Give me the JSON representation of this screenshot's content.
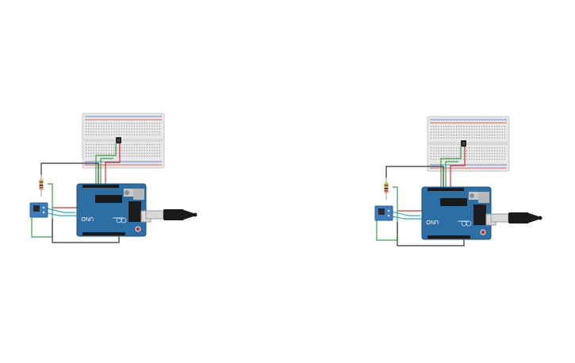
{
  "circuits": [
    {
      "id": "left",
      "board_logo": "UNO",
      "board_brand": "ARDUINO",
      "breadboard": "half-size",
      "sensor": "ir-receiver",
      "module": "rf-module"
    },
    {
      "id": "right",
      "board_logo": "UNO",
      "board_brand": "ARDUINO",
      "breadboard": "half-size",
      "sensor": "ir-receiver",
      "module": "rf-module"
    }
  ],
  "colors": {
    "board": "#2c6fa4",
    "board_dark": "#1e4f78",
    "breadboard": "#e6e6e6",
    "rail_red": "#d33a3a",
    "rail_blue": "#3a63c7",
    "wire_black": "#333333",
    "wire_red": "#d63333",
    "wire_green": "#3aa34a",
    "wire_cyan": "#2aa7d6",
    "usb_plug": "#1a1a1a"
  }
}
